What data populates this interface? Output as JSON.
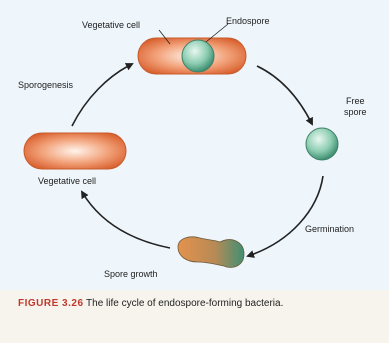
{
  "labels": {
    "vegetative_cell_top": "Vegetative cell",
    "endospore": "Endospore",
    "free_spore_line1": "Free",
    "free_spore_line2": "spore",
    "sporogenesis": "Sporogenesis",
    "vegetative_cell_left": "Vegetative cell",
    "germination": "Germination",
    "spore_growth": "Spore growth"
  },
  "caption": {
    "figure_label": "FIGURE 3.26",
    "text": "The life cycle of endospore-forming bacteria."
  },
  "colors": {
    "cell_orange": "#e0713f",
    "spore_teal": "#7fc4a8",
    "arrow": "#222222",
    "figure_red": "#c0392b"
  }
}
